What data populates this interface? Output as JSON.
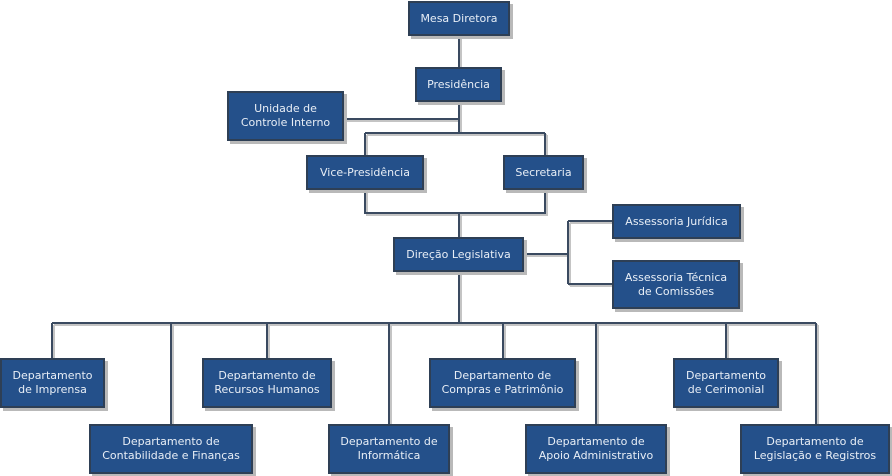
{
  "nodes": {
    "mesa": "Mesa Diretora",
    "presidencia": "Presidência",
    "controle": "Unidade de\nControle Interno",
    "vice": "Vice-Presidência",
    "secretaria": "Secretaria",
    "direcao": "Direção Legislativa",
    "juridica": "Assessoria Jurídica",
    "tecnica": "Assessoria Técnica\nde Comissões",
    "imprensa": "Departamento\nde Imprensa",
    "contabilidade": "Departamento de\nContabilidade e Finanças",
    "rh": "Departamento de\nRecursos Humanos",
    "informatica": "Departamento de\nInformática",
    "compras": "Departamento de\nCompras e Patrimônio",
    "apoio": "Departamento de\nApoio Administrativo",
    "cerimonial": "Departamento\nde Cerimonial",
    "legislacao": "Departamento de\nLegislação e Registros"
  },
  "colors": {
    "box": "#24508a",
    "border": "#2e3f55",
    "line": "#3a4a60"
  }
}
